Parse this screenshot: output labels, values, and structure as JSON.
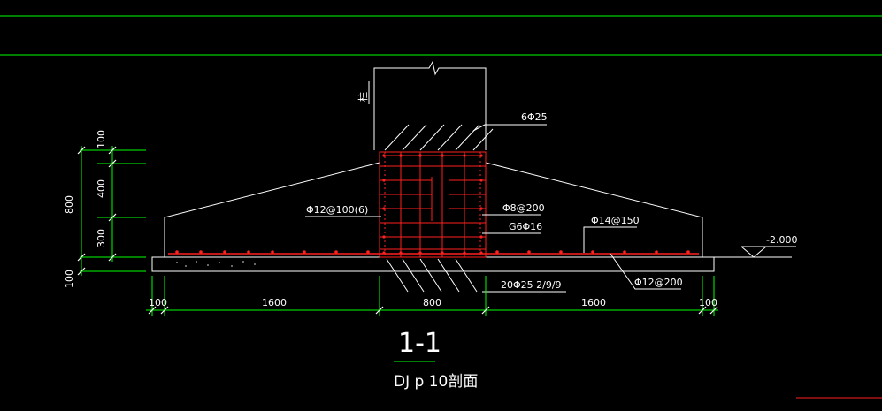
{
  "colors": {
    "background": "#000000",
    "outline": "#ffffff",
    "rebar": "#ff2020",
    "dimension": "#00ff00",
    "text": "#ffffff"
  },
  "labels": {
    "column": "柱",
    "top_bars": "6Φ25",
    "stirrup": "Φ12@100(6)",
    "tie": "Φ8@200",
    "g_bars": "G6Φ16",
    "top_mesh": "Φ14@150",
    "elevation": "-2.000",
    "bottom_mesh": "Φ12@200",
    "vertical_bars": "20Φ25 2/9/9"
  },
  "dims": {
    "h800": "800",
    "h100_top": "100",
    "h400": "400",
    "h300": "300",
    "h100_bottom": "100",
    "w100_left": "100",
    "w1600_left": "1600",
    "w800": "800",
    "w1600_right": "1600",
    "w100_right": "100"
  },
  "title": {
    "section_mark": "1-1",
    "caption": "DJ p 10剖面"
  }
}
